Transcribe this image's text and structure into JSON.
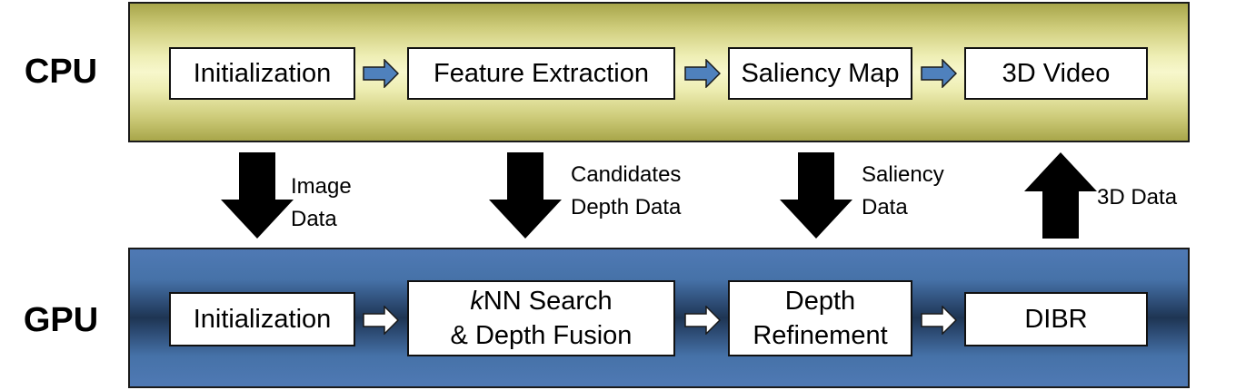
{
  "labels": {
    "cpu": "CPU",
    "gpu": "GPU"
  },
  "cpu_steps": [
    {
      "label": "Initialization"
    },
    {
      "label": "Feature Extraction"
    },
    {
      "label": "Saliency Map"
    },
    {
      "label": "3D Video"
    }
  ],
  "gpu_steps": [
    {
      "label_line1_prefix": "",
      "label_line1": "Initialization"
    },
    {
      "label_line1_italic": "k",
      "label_line1": "NN Search",
      "label_line2": "& Depth Fusion"
    },
    {
      "label_line1": "Depth",
      "label_line2": "Refinement"
    },
    {
      "label_line1": "DIBR"
    }
  ],
  "transfers": [
    {
      "line1": "Image",
      "line2": "Data",
      "direction": "down"
    },
    {
      "line1": "Candidates",
      "line2": "Depth Data",
      "direction": "down"
    },
    {
      "line1": "Saliency",
      "line2": "Data",
      "direction": "down"
    },
    {
      "line1": "3D Data",
      "direction": "up"
    }
  ],
  "colors": {
    "cpu_band": "#eeeeb4",
    "gpu_band": "#4672a8",
    "cpu_arrow": "#4f81bd",
    "gpu_arrow": "#ffffff",
    "transfer_arrow": "#000000"
  }
}
